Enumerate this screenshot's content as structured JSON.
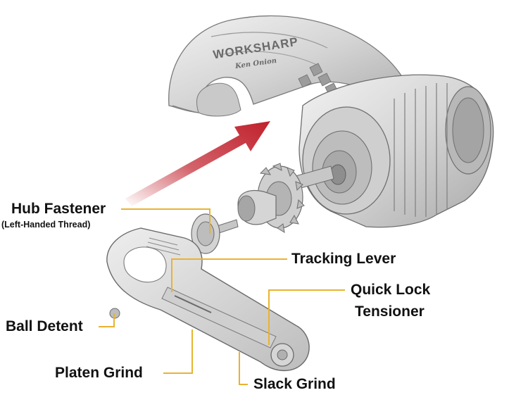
{
  "brand": {
    "logo_text": "WORKSHARP",
    "sub_logo": "Ken Onion"
  },
  "colors": {
    "callout_line": "#e8b331",
    "arrow": "#c0202b",
    "label_text": "#111111",
    "part_fill": "#d9d9d9",
    "part_stroke": "#6e6e6e"
  },
  "labels": {
    "hub_fastener": "Hub Fastener",
    "hub_fastener_note": "(Left-Handed Thread)",
    "tracking_lever": "Tracking Lever",
    "quick_lock_line1": "Quick Lock",
    "quick_lock_line2": "Tensioner",
    "ball_detent": "Ball Detent",
    "platen_grind": "Platen Grind",
    "slack_grind": "Slack Grind"
  }
}
